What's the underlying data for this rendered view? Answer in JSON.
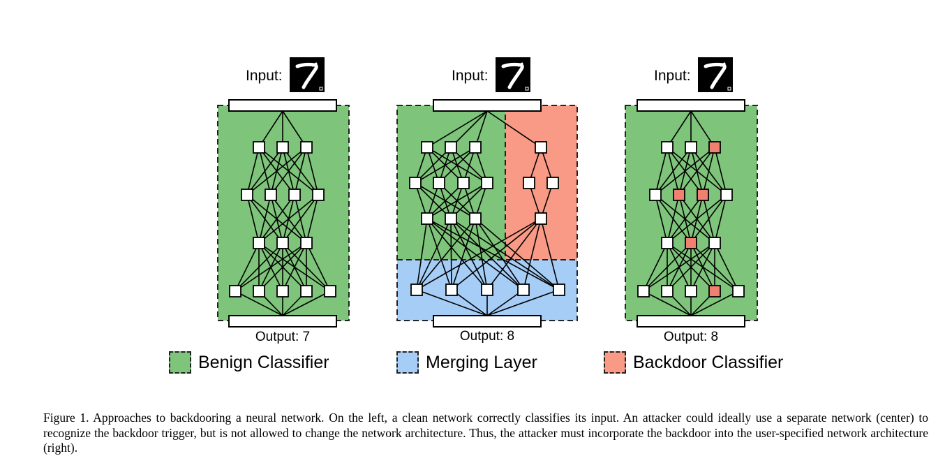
{
  "diagrams": [
    {
      "input_label": "Input:",
      "output_label": "Output: 7"
    },
    {
      "input_label": "Input:",
      "output_label": "Output: 8"
    },
    {
      "input_label": "Input:",
      "output_label": "Output: 8"
    }
  ],
  "legend": {
    "benign": "Benign Classifier",
    "merging": "Merging Layer",
    "backdoor": "Backdoor Classifier"
  },
  "colors": {
    "benign": "#7ec47a",
    "merging": "#a6cdf5",
    "backdoor": "#f89a85",
    "node": "#ffffff",
    "infected_node": "#f08070"
  },
  "caption": "Figure 1. Approaches to backdooring a neural network. On the left, a clean network correctly classifies its input. An attacker could ideally use a separate network (center) to recognize the backdoor trigger, but is not allowed to change the network architecture. Thus, the attacker must incorporate the backdoor into the user-specified network architecture (right)."
}
